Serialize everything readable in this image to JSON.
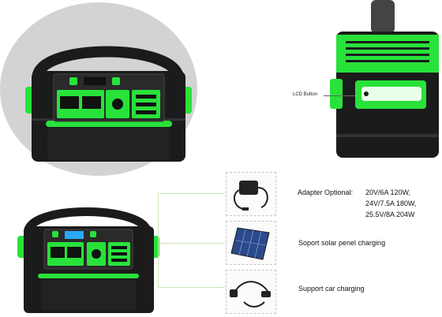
{
  "colors": {
    "accent_green": "#28e23a",
    "body_black": "#1b1b1b",
    "circle_gray": "#cfcfcf",
    "display_blue": "#28a9ff"
  },
  "labels": {
    "lcd_button": "LCD Button",
    "adapter_title": "Adapter Optional:",
    "adapter_lines": [
      "20V/6A 120W,",
      "24V/7.5A 180W,",
      "25.5V/8A 204W"
    ],
    "solar_text": "Soport solar penel charging",
    "car_text": "Support car charging"
  },
  "icons": {
    "adapter": "power-adapter-icon",
    "solar": "solar-panel-icon",
    "car": "car-charger-icon"
  }
}
